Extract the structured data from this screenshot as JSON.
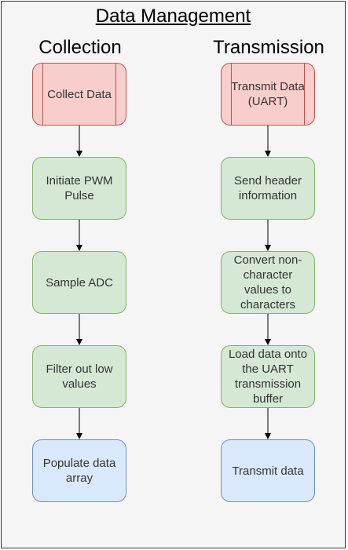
{
  "title": "Data Management",
  "collection": {
    "heading": "Collection",
    "steps": [
      "Collect Data",
      "Initiate PWM Pulse",
      "Sample ADC",
      "Filter out low values",
      "Populate data array"
    ]
  },
  "transmission": {
    "heading": "Transmission",
    "steps": [
      "Transmit Data (UART)",
      "Send header information",
      "Convert non-character values to characters",
      "Load data onto the UART transmission buffer",
      "Transmit data"
    ]
  },
  "colors": {
    "start_fill": "#f8cecc",
    "start_stroke": "#b85450",
    "process_fill": "#d5e8d4",
    "process_stroke": "#82b366",
    "end_fill": "#dae8fc",
    "end_stroke": "#6c8ebf"
  }
}
